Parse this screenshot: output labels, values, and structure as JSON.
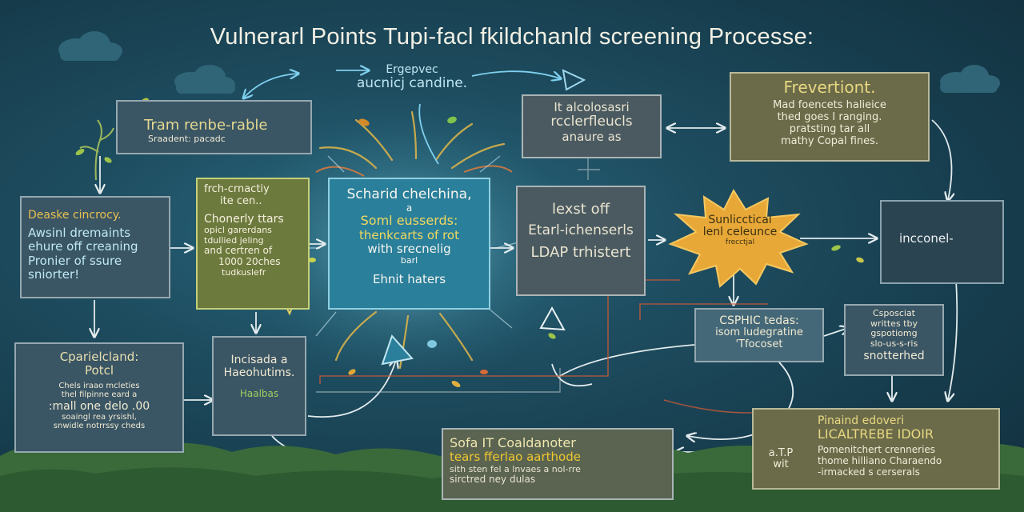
{
  "title": "Vulnerarl Points Tupi-facl fkildchanld screening Processe:",
  "top_label": {
    "line1": "Ergepvec",
    "line2": "aucnicj candine."
  },
  "boxes": {
    "train": {
      "line1": "Tram renbe-rable",
      "line2": "Sraadent:      pacadc"
    },
    "top_center": {
      "line1": "It alcolosasri",
      "line2": "rcclerfleucls",
      "line3": "anaure as"
    },
    "frevertiant": {
      "title": "Frevertiont.",
      "line1": "Mad  foencets halieice",
      "line2": "thed  goes  I ranging.",
      "line3": "pratsting  tar  all",
      "line4": "mathy  Copal  fines."
    },
    "deasks": {
      "title": "Deaske cincrocy.",
      "line1": "Awsinl  dremaints",
      "line2": "ehure off creaning",
      "line3": "Pronier of ssure",
      "line4": "sniorter!"
    },
    "olive": {
      "line1": "frch-crnactiy",
      "line2": "ite cen..",
      "line3": "Chonerly  ttars",
      "line4": "opicl garerdans",
      "line5": "tdullied jeling",
      "line6": "and certren of",
      "line7": "1000 20ches",
      "line8": "tudkuslefr"
    },
    "schari": {
      "line1": "Scharid  chelchina,",
      "line2": "a",
      "line3": "Soml eusserds:",
      "line4": "thenkcarts of  rot",
      "line5": "with  srecnelig",
      "line6": "barl",
      "line7": "Ehnit  haters"
    },
    "lexst": {
      "line1": "lexst  off",
      "line2": "Etarl-ichenserls",
      "line3": "LDAP trhistert"
    },
    "incconel": {
      "label": "incconel-"
    },
    "parielcland": {
      "title": "Cparielcland:",
      "title2": "Potcl",
      "line1": "Chels  iraao  mcleties",
      "line2": "thel filpinne   eard a",
      "line3": ":mall  one delo .00",
      "line4": "soaingl  rea yrsishl,",
      "line5": "snwidle  notrrssy  cheds"
    },
    "incisada": {
      "line1": "Incisada  a",
      "line2": "Haeohutims.",
      "line3": "Haalbas"
    },
    "csphic": {
      "line1": "CSPHIC  tedas:",
      "line2": "isom  ludegratine",
      "line3": "'Tfocoset"
    },
    "csposial": {
      "line1": "Csposciat",
      "line2": "writtes tby",
      "line3": "gspotiomg",
      "line4": "slo-us-s-ris",
      "line5": "snotterhed"
    },
    "sofa": {
      "line1": "Sofa  IT   Coaldanoter",
      "line2": "tears  fferlao  aarthode",
      "line3": "sith  sten  fel a lnvaes a nol-rre",
      "line4": "sirctred   ney   dulas"
    },
    "pianaind": {
      "title": "Pinaind  edoveri",
      "title2": "LICALTREBE  IDOIR",
      "line1": "Pomenitchert  crenneries",
      "line2": "thome  hilliano  Charaendo",
      "line3": "-irmacked s cerserals"
    },
    "atp": {
      "line1": "a.T.P",
      "line2": "wit"
    }
  },
  "burst": {
    "line1": "Sunlicctical",
    "line2": "lenl celeunce",
    "line3": "frecctjal"
  },
  "colors": {
    "dark_box": "#3a5564",
    "olive_box": "#6d7a3e",
    "blue_box": "#2a7f9a",
    "burst": "#e8a838",
    "arrow": "#dfe8ea",
    "background": "#1d4a5c"
  }
}
